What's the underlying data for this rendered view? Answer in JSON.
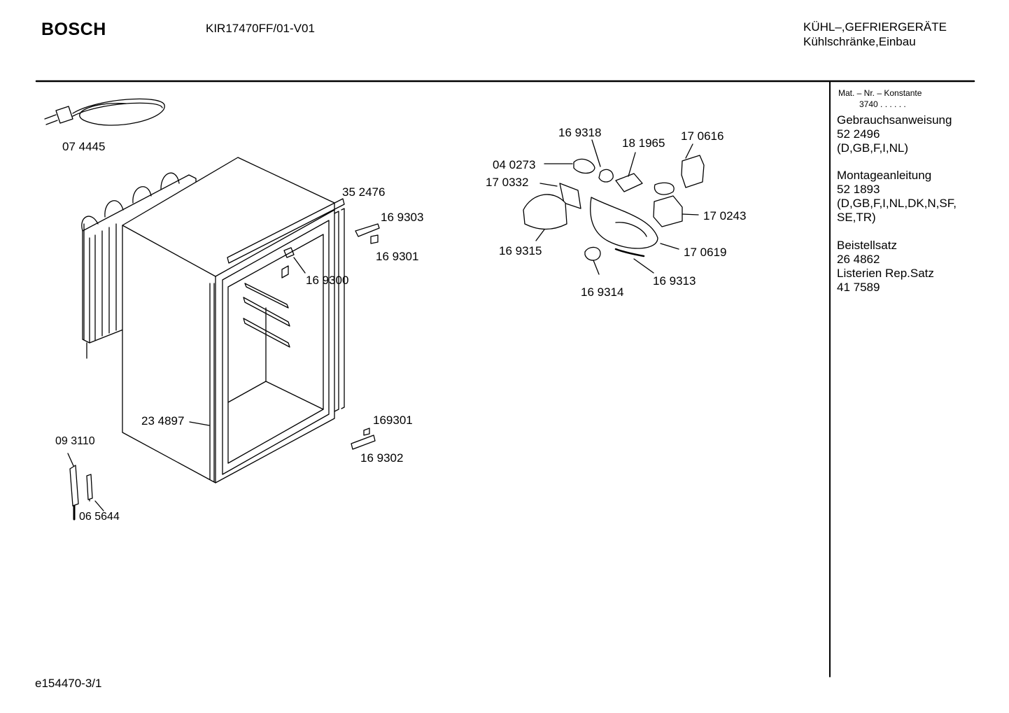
{
  "header": {
    "brand": "BOSCH",
    "model": "KIR17470FF/01-V01",
    "category_line1": "KÜHL–,GEFRIERGERÄTE",
    "category_line2": "Kühlschränke,Einbau"
  },
  "sidebar": {
    "mat_title": "Mat. – Nr. – Konstante",
    "mat_value": "3740  .  .  .  .  .  .",
    "docs": [
      {
        "title": "Gebrauchsanweisung",
        "number": "52 2496",
        "langs": "(D,GB,F,I,NL)"
      },
      {
        "title": "Montageanleitung",
        "number": "52 1893",
        "langs": "(D,GB,F,I,NL,DK,N,SF,",
        "langs2": "SE,TR)"
      },
      {
        "title": "Beistellsatz",
        "number": "26 4862"
      },
      {
        "title": "Listerien Rep.Satz",
        "number": "41 7589"
      }
    ]
  },
  "parts": {
    "p074445": "07 4445",
    "p352476": "35 2476",
    "p169303": "16 9303",
    "p169301a": "16 9301",
    "p169300": "16 9300",
    "p234897": "23 4897",
    "p169301b": "169301",
    "p169302": "16 9302",
    "p093110": "09 3110",
    "p065644": "06 5644",
    "p169318": "16 9318",
    "p181965": "18 1965",
    "p170616": "17 0616",
    "p040273": "04 0273",
    "p170332": "17 0332",
    "p170243": "17 0243",
    "p169315": "16 9315",
    "p170619": "17 0619",
    "p169314": "16 9314",
    "p169313": "16 9313"
  },
  "footer": {
    "drawing_id": "e154470-3/1"
  }
}
